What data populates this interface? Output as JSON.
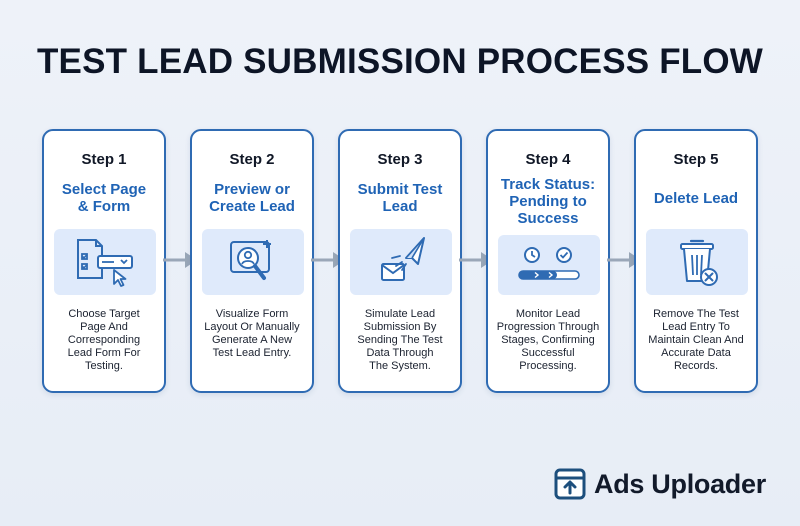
{
  "title": "TEST LEAD SUBMISSION PROCESS FLOW",
  "steps": [
    {
      "number": "Step 1",
      "title_lines": [
        "Select Page",
        "& Form"
      ],
      "icon": "form-select-icon",
      "desc_lines": [
        "Choose Target",
        "Page And",
        "Corresponding",
        "Lead Form For",
        "Testing."
      ]
    },
    {
      "number": "Step 2",
      "title_lines": [
        "Preview or",
        "Create Lead"
      ],
      "icon": "preview-create-icon",
      "desc_lines": [
        "Visualize Form",
        "Layout Or Manually",
        "Generate A New",
        "Test Lead Entry."
      ]
    },
    {
      "number": "Step 3",
      "title_lines": [
        "Submit Test",
        "Lead"
      ],
      "icon": "send-plane-icon",
      "desc_lines": [
        "Simulate Lead",
        "Submission By",
        "Sending The Test",
        "Data Through",
        "The System."
      ]
    },
    {
      "number": "Step 4",
      "title_lines": [
        "Track Status:",
        "Pending to",
        "Success"
      ],
      "icon": "status-track-icon",
      "desc_lines": [
        "Monitor Lead",
        "Progression Through",
        "Stages, Confirming",
        "Successful",
        "Processing."
      ]
    },
    {
      "number": "Step 5",
      "title_lines": [
        "Delete Lead"
      ],
      "icon": "trash-delete-icon",
      "desc_lines": [
        "Remove The Test",
        "Lead Entry To",
        "Maintain Clean And",
        "Accurate Data",
        "Records."
      ]
    }
  ],
  "brand": {
    "name": "Ads Uploader",
    "icon": "upload-box-icon"
  },
  "colors": {
    "accent": "#1f63b5",
    "border": "#2f6bb3",
    "icon_bg": "#dfeafb",
    "arrow": "#9aa7b8"
  }
}
